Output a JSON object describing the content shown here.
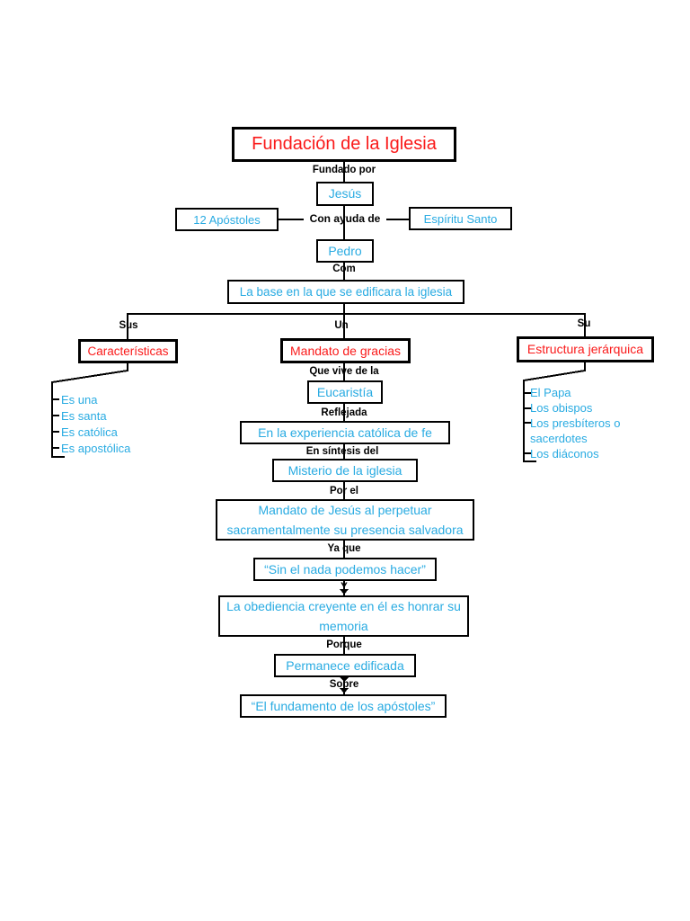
{
  "colors": {
    "node_red": "#fa1a1a",
    "node_blue": "#29abe2",
    "line": "#000000",
    "background": "#ffffff"
  },
  "diagram": {
    "title": "Fundación de la Iglesia",
    "nodes": {
      "jesus": "Jesús",
      "apostoles": "12 Apóstoles",
      "espiritu": "Espíritu Santo",
      "pedro": "Pedro",
      "base": "La base en la que se edificara la iglesia",
      "caracteristicas": "Características",
      "mandato_gracias": "Mandato de gracias",
      "estructura": "Estructura jerárquica",
      "eucaristia": "Eucaristía",
      "experiencia": "En la experiencia católica de fe",
      "misterio": "Misterio de la iglesia",
      "mandato_jesus": "Mandato de Jesús al perpetuar sacramentalmente su presencia salvadora",
      "sin_nada": "“Sin el nada podemos hacer”",
      "obediencia": "La obediencia creyente en él es honrar su memoria",
      "permanece": "Permanece edificada",
      "fundamento": "“El fundamento de los apóstoles”"
    },
    "connector_labels": {
      "fundado_por": "Fundado por",
      "con_ayuda_de": "Con ayuda de",
      "com": "Com",
      "sus": "Sus",
      "un": "Un",
      "su": "Su",
      "que_vive": "Que vive de la",
      "reflejada": "Reflejada",
      "en_sintesis": "En síntesis del",
      "por_el": "Por el",
      "ya_que": "Ya que",
      "y": "Y",
      "porque": "Porque",
      "sobre": "Sobre"
    },
    "characteristics_items": [
      "Es una",
      "Es santa",
      "Es católica",
      "Es apostólica"
    ],
    "hierarchy_items": [
      "El Papa",
      "Los obispos",
      "Los presbíteros o sacerdotes",
      "Los diáconos"
    ]
  }
}
